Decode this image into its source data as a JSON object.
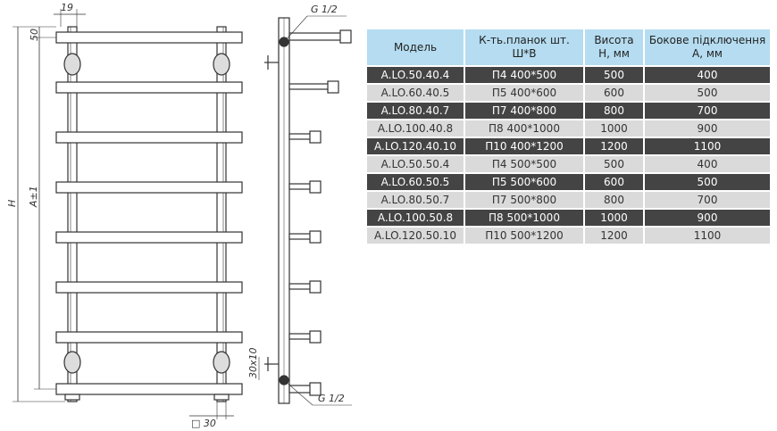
{
  "drawing": {
    "dim_top_offset": "19",
    "dim_first_bar": "50",
    "dim_height": "H",
    "dim_axis": "A±1",
    "dim_connection_top": "G 1/2",
    "dim_connection_bottom": "G 1/2",
    "dim_mount": "30x10",
    "dim_profile": "□ 30"
  },
  "table": {
    "headers": [
      "Модель",
      "К-ть.планок шт. Ш*В",
      "Висота Н, мм",
      "Бокове підключення А, мм"
    ],
    "rows": [
      [
        "A.LO.50.40.4",
        "П4 400*500",
        "500",
        "400"
      ],
      [
        "A.LO.60.40.5",
        "П5 400*600",
        "600",
        "500"
      ],
      [
        "A.LO.80.40.7",
        "П7 400*800",
        "800",
        "700"
      ],
      [
        "A.LO.100.40.8",
        "П8 400*1000",
        "1000",
        "900"
      ],
      [
        "A.LO.120.40.10",
        "П10 400*1200",
        "1200",
        "1100"
      ],
      [
        "A.LO.50.50.4",
        "П4 500*500",
        "500",
        "400"
      ],
      [
        "A.LO.60.50.5",
        "П5 500*600",
        "600",
        "500"
      ],
      [
        "A.LO.80.50.7",
        "П7 500*800",
        "800",
        "700"
      ],
      [
        "A.LO.100.50.8",
        "П8 500*1000",
        "1000",
        "900"
      ],
      [
        "A.LO.120.50.10",
        "П10 500*1200",
        "1200",
        "1100"
      ]
    ]
  },
  "colors": {
    "header_bg": "#b5dcf0",
    "row_dark": "#444444",
    "row_light": "#dadada",
    "line": "#333333"
  }
}
